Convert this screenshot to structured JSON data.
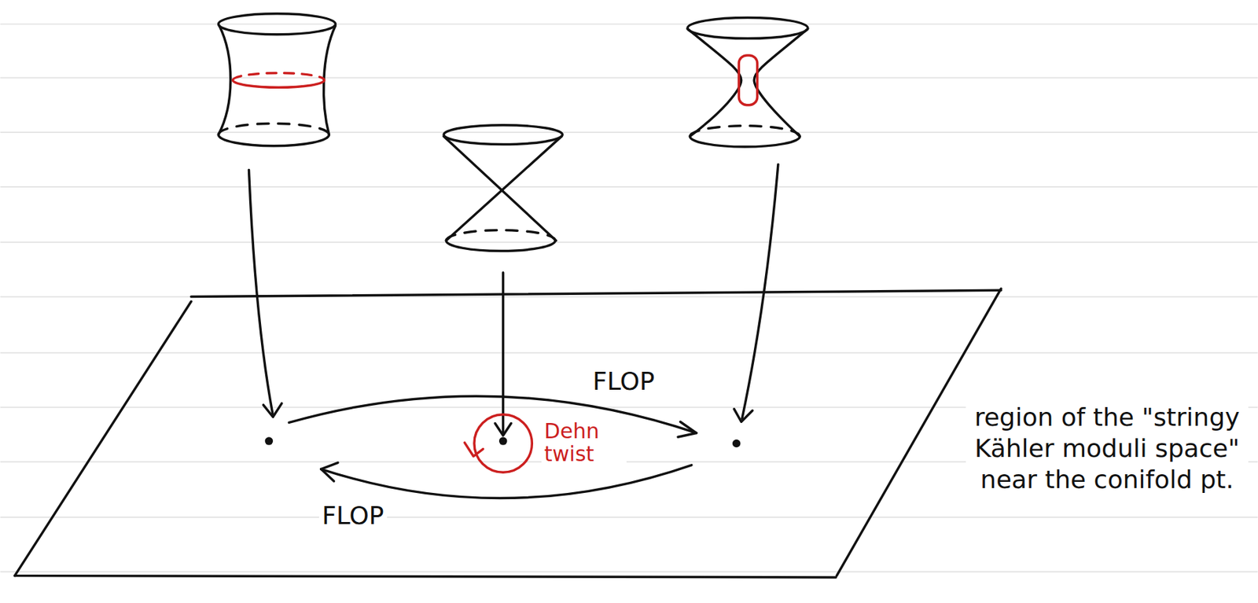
{
  "diagram": {
    "labels": [
      "FLOP",
      "Dehn twist",
      "FLOP",
      "region of the \"stringy Kähler moduli space\" near the conifold pt."
    ]
  }
}
